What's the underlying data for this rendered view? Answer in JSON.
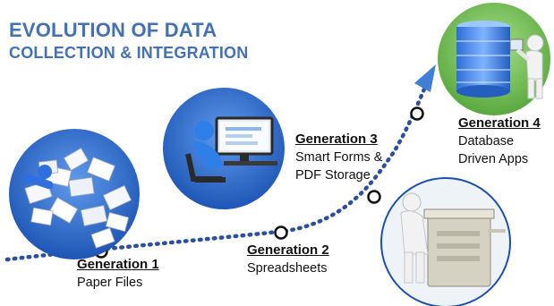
{
  "title": {
    "line1": "EVOLUTION OF DATA",
    "line2": "COLLECTION & INTEGRATION"
  },
  "generations": [
    {
      "heading": "Generation 1",
      "lines": [
        "Paper Files"
      ],
      "icon": "paper-files-icon"
    },
    {
      "heading": "Generation 2",
      "lines": [
        "Spreadsheets"
      ],
      "icon": "copier-icon"
    },
    {
      "heading": "Generation 3",
      "lines": [
        "Smart Forms &",
        "PDF Storage"
      ],
      "icon": "computer-desk-icon"
    },
    {
      "heading": "Generation 4",
      "lines": [
        "Database",
        "Driven Apps"
      ],
      "icon": "database-server-icon"
    }
  ],
  "colors": {
    "title": "#4471b6",
    "path": "#2b4f9e",
    "arrow": "#3f7fd6",
    "circle_blue": "#2f6fcd",
    "circle_green": "#7cc65a"
  }
}
